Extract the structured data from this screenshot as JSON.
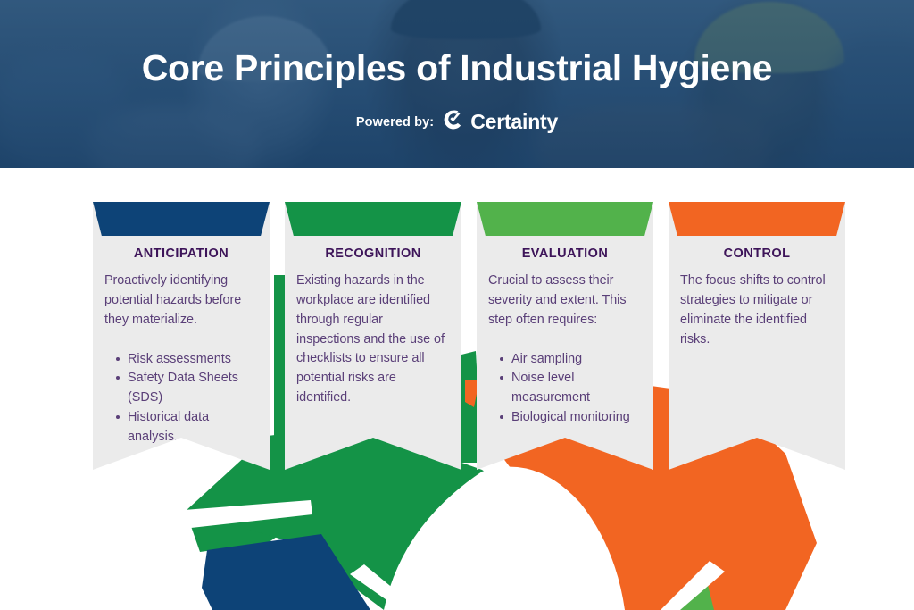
{
  "header": {
    "title": "Core Principles of Industrial Hygiene",
    "powered_by_label": "Powered by:",
    "brand_name": "Certainty",
    "brand_mark_icon": "certainty-c-check-logo",
    "background_photo": "industrial-workers-hard-hats-photo",
    "tint_color": "#1a4874"
  },
  "colors": {
    "navy": "#0d4377",
    "green": "#149347",
    "light_green": "#52b24b",
    "orange": "#f26522",
    "card_background": "#ebebeb",
    "heading_text": "#3d1459",
    "body_text": "#5a3f78",
    "page_background": "#ffffff"
  },
  "cards": [
    {
      "id": "anticipation",
      "heading": "ANTICIPATION",
      "banner_color": "#0d4377",
      "text": "Proactively identifying potential hazards before they materialize.",
      "bullets": [
        "Risk assessments",
        "Safety Data Sheets (SDS)",
        "Historical data analysis."
      ]
    },
    {
      "id": "recognition",
      "heading": "RECOGNITION",
      "banner_color": "#149347",
      "text": "Existing hazards in the workplace are identified through regular inspections and the use of checklists to ensure all potential risks are identified.",
      "bullets": []
    },
    {
      "id": "evaluation",
      "heading": "EVALUATION",
      "banner_color": "#52b24b",
      "text": "Crucial to assess their severity and extent. This step often requires:",
      "bullets": [
        "Air sampling",
        "Noise level measurement",
        "Biological monitoring"
      ]
    },
    {
      "id": "control",
      "heading": "CONTROL",
      "banner_color": "#f26522",
      "text": "The focus shifts to control strategies to mitigate or eliminate the identified risks.",
      "bullets": []
    }
  ],
  "decoration": {
    "description": "angular polygon ring segments at bottom of page",
    "segments": [
      {
        "name": "green-upper-left-segment",
        "color": "#149347"
      },
      {
        "name": "orange-upper-right-segment",
        "color": "#f26522"
      },
      {
        "name": "navy-lower-left-segment",
        "color": "#0d4377"
      },
      {
        "name": "light-green-lower-right-segment",
        "color": "#52b24b"
      },
      {
        "name": "green-stem-connector",
        "color": "#149347"
      },
      {
        "name": "orange-stem-connector",
        "color": "#f26522"
      }
    ]
  }
}
